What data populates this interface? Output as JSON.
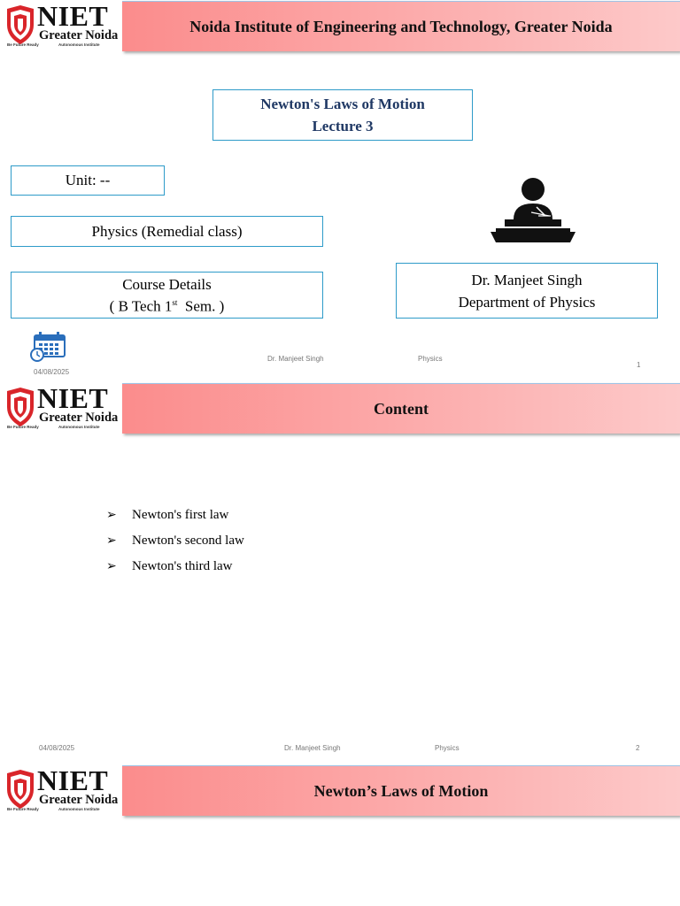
{
  "logo": {
    "wordmark": "NIET",
    "city": "Greater Noida",
    "tagline_left": "Be Future Ready",
    "tagline_right": "Autonomous Institute"
  },
  "slides": [
    {
      "banner": "Noida Institute of Engineering and Technology, Greater Noida",
      "title_line1": "Newton's Laws of Motion",
      "title_line2": "Lecture 3",
      "unit": "Unit: --",
      "subject": "Physics (Remedial class)",
      "course_line1": "Course Details",
      "course_prefix": "( B Tech 1",
      "course_sup": "st",
      "course_suffix": "  Sem. )",
      "teacher_name": "Dr. Manjeet Singh",
      "department": "Department of Physics",
      "icons": {
        "speaker": "speaker-at-podium-icon",
        "calendar": "calendar-icon"
      },
      "footer": {
        "date": "04/08/2025",
        "author": "Dr. Manjeet Singh",
        "subject": "Physics",
        "page": "1"
      }
    },
    {
      "banner": "Content",
      "bullets": [
        "Newton's first law",
        "Newton's second law",
        "Newton's third law"
      ],
      "footer": {
        "date": "04/08/2025",
        "author": "Dr. Manjeet Singh",
        "subject": "Physics",
        "page": "2"
      }
    },
    {
      "banner": "Newton’s Laws of Motion"
    }
  ],
  "colors": {
    "banner_left": "#fb8c8c",
    "banner_right": "#fdc9c9",
    "box_border": "#2e9bc9",
    "title_text": "#1f3864",
    "logo_red": "#d9252a"
  }
}
